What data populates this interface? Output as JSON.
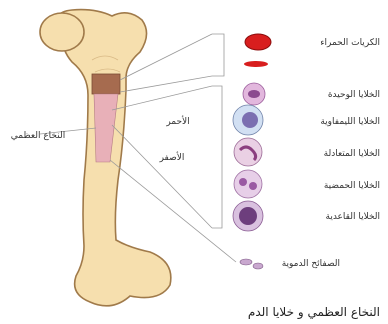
{
  "caption": "النخاع العظمي و خلايا الدم",
  "labels": {
    "marrow": "النخاع العظمي",
    "red_marrow": "الأحمر",
    "yellow_marrow": "الأصفر"
  },
  "red_cells": {
    "label": "الكريات الحمراء"
  },
  "white_cells": [
    {
      "label": "الخلايا الوحيدة"
    },
    {
      "label": "الخلايا الليمفاوية"
    },
    {
      "label": "الخلايا المتعادلة"
    },
    {
      "label": "الخلايا الحمضية"
    },
    {
      "label": "الخلايا القاعدية"
    }
  ],
  "platelets": {
    "label": "الصفائح الدموية"
  },
  "colors": {
    "bone": "#f6dfae",
    "bone_outline": "#a07a4a",
    "red_marrow": "#a66b4f",
    "marrow": "#e8b0b8",
    "red_cell": "#d81e1e",
    "lines": "#9a9a9a"
  }
}
